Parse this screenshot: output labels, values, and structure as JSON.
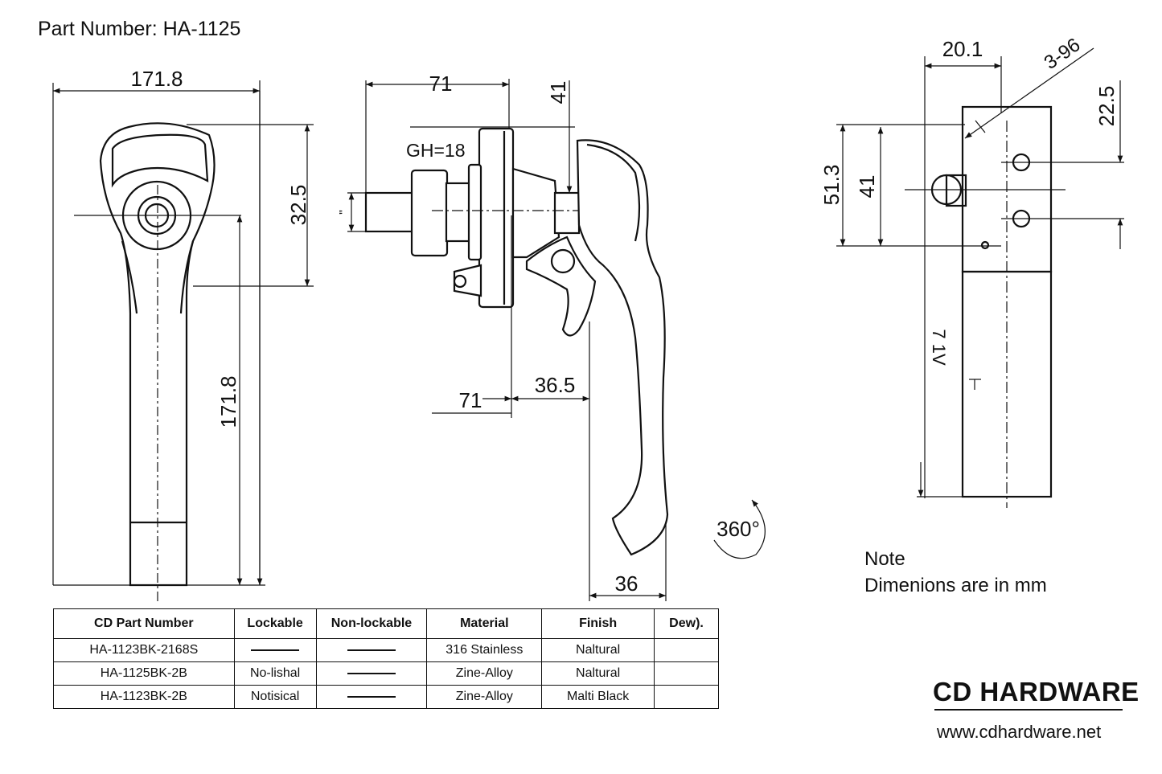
{
  "title": "Part Number: HA-1125",
  "dimensions": {
    "front_width": "171.8",
    "front_top_height": "32.5",
    "front_total_height": "171.8",
    "side_depth": "71",
    "side_offset": "41",
    "grip_height": "GH=18",
    "side_lower_depth": "71",
    "side_handle_offset": "36.5",
    "handle_width": "36",
    "rotation": "360°",
    "cutout_width": "20.1",
    "cutout_holes": "3-96",
    "cutout_top": "22.5",
    "cutout_height_outer": "51.3",
    "cutout_height_inner": "41",
    "cutout_vertical": "7 1V",
    "small_mark": "\""
  },
  "note": {
    "label": "Note",
    "text": "Dimenions are in mm"
  },
  "table": {
    "headers": [
      "CD Part Number",
      "Lockable",
      "Non-lockable",
      "Material",
      "Finish",
      "Dew)."
    ],
    "rows": [
      {
        "part": "HA-1123BK-2168S",
        "lockable": "",
        "nonlockable": "",
        "material": "316 Stainless",
        "finish": "Naltural",
        "dew": ""
      },
      {
        "part": "HA-1125BK-2B",
        "lockable": "No-lishal",
        "nonlockable": "",
        "material": "Zine-Alloy",
        "finish": "Naltural",
        "dew": ""
      },
      {
        "part": "HA-1123BK-2B",
        "lockable": "Notisical",
        "nonlockable": "",
        "material": "Zine-Alloy",
        "finish": "Malti Black",
        "dew": ""
      }
    ]
  },
  "brand": {
    "name": "CD HARDWARE",
    "url": "www.cdhardware.net"
  }
}
